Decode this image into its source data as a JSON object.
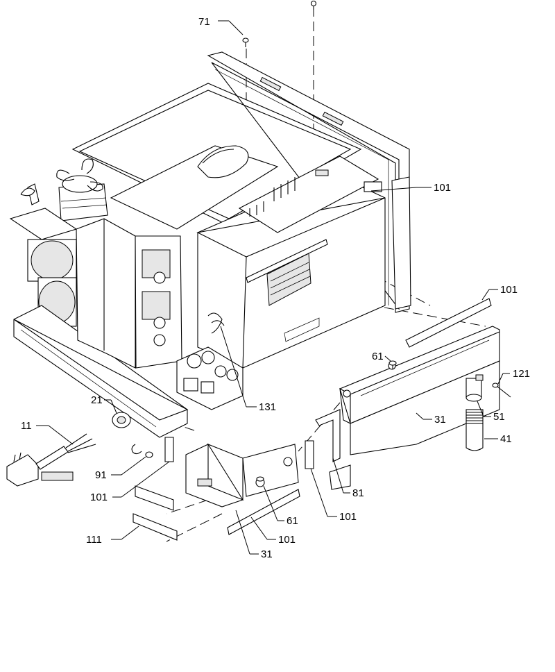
{
  "diagram": {
    "callouts": [
      {
        "id": "c71",
        "label": "71"
      },
      {
        "id": "c101a",
        "label": "101"
      },
      {
        "id": "c101b",
        "label": "101"
      },
      {
        "id": "c61a",
        "label": "61"
      },
      {
        "id": "c121",
        "label": "121"
      },
      {
        "id": "c51",
        "label": "51"
      },
      {
        "id": "c31a",
        "label": "31"
      },
      {
        "id": "c41",
        "label": "41"
      },
      {
        "id": "c131",
        "label": "131"
      },
      {
        "id": "c21",
        "label": "21"
      },
      {
        "id": "c11",
        "label": "11"
      },
      {
        "id": "c91",
        "label": "91"
      },
      {
        "id": "c101c",
        "label": "101"
      },
      {
        "id": "c81",
        "label": "81"
      },
      {
        "id": "c61b",
        "label": "61"
      },
      {
        "id": "c101d",
        "label": "101"
      },
      {
        "id": "c111",
        "label": "111"
      },
      {
        "id": "c101e",
        "label": "101"
      },
      {
        "id": "c31b",
        "label": "31"
      }
    ]
  }
}
